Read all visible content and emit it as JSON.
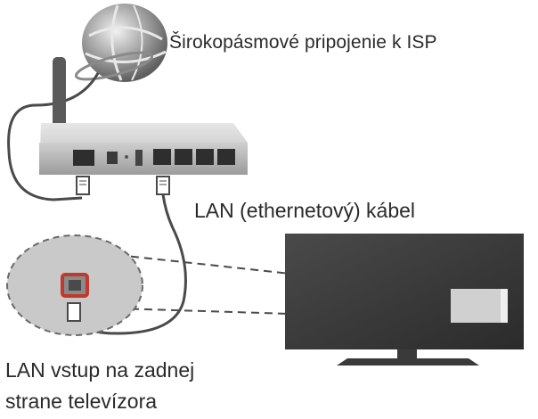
{
  "labels": {
    "isp_connection": "Širokopásmové pripojenie k ISP",
    "lan_cable": "LAN (ethernetový) kábel",
    "lan_input_line1": "LAN vstup na zadnej",
    "lan_input_line2": "strane televízora"
  },
  "colors": {
    "background": "#ffffff",
    "device_gray": "#bdbdbd",
    "dark_gray": "#4a4a4a",
    "port_highlight": "#c0392b"
  },
  "icons": [
    "globe-icon",
    "router-icon",
    "ethernet-plug-icon",
    "tv-icon"
  ]
}
